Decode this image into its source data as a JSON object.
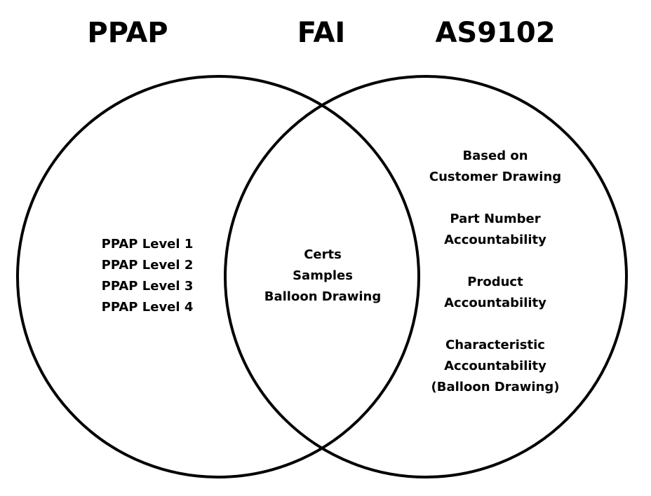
{
  "diagram": {
    "headings": {
      "left": "PPAP",
      "middle": "FAI",
      "right": "AS9102"
    },
    "regions": {
      "left": [
        "PPAP Level 1",
        "PPAP Level 2",
        "PPAP Level 3",
        "PPAP Level 4"
      ],
      "middle": [
        "Certs",
        "Samples",
        "Balloon Drawing"
      ],
      "right": [
        [
          "Based on",
          "Customer Drawing"
        ],
        [
          "Part Number",
          "Accountability"
        ],
        [
          "Product",
          "Accountability"
        ],
        [
          "Characteristic",
          "Accountability",
          "(Balloon Drawing)"
        ]
      ]
    },
    "colors": {
      "stroke": "#000000",
      "background": "#ffffff",
      "text": "#000000"
    }
  }
}
